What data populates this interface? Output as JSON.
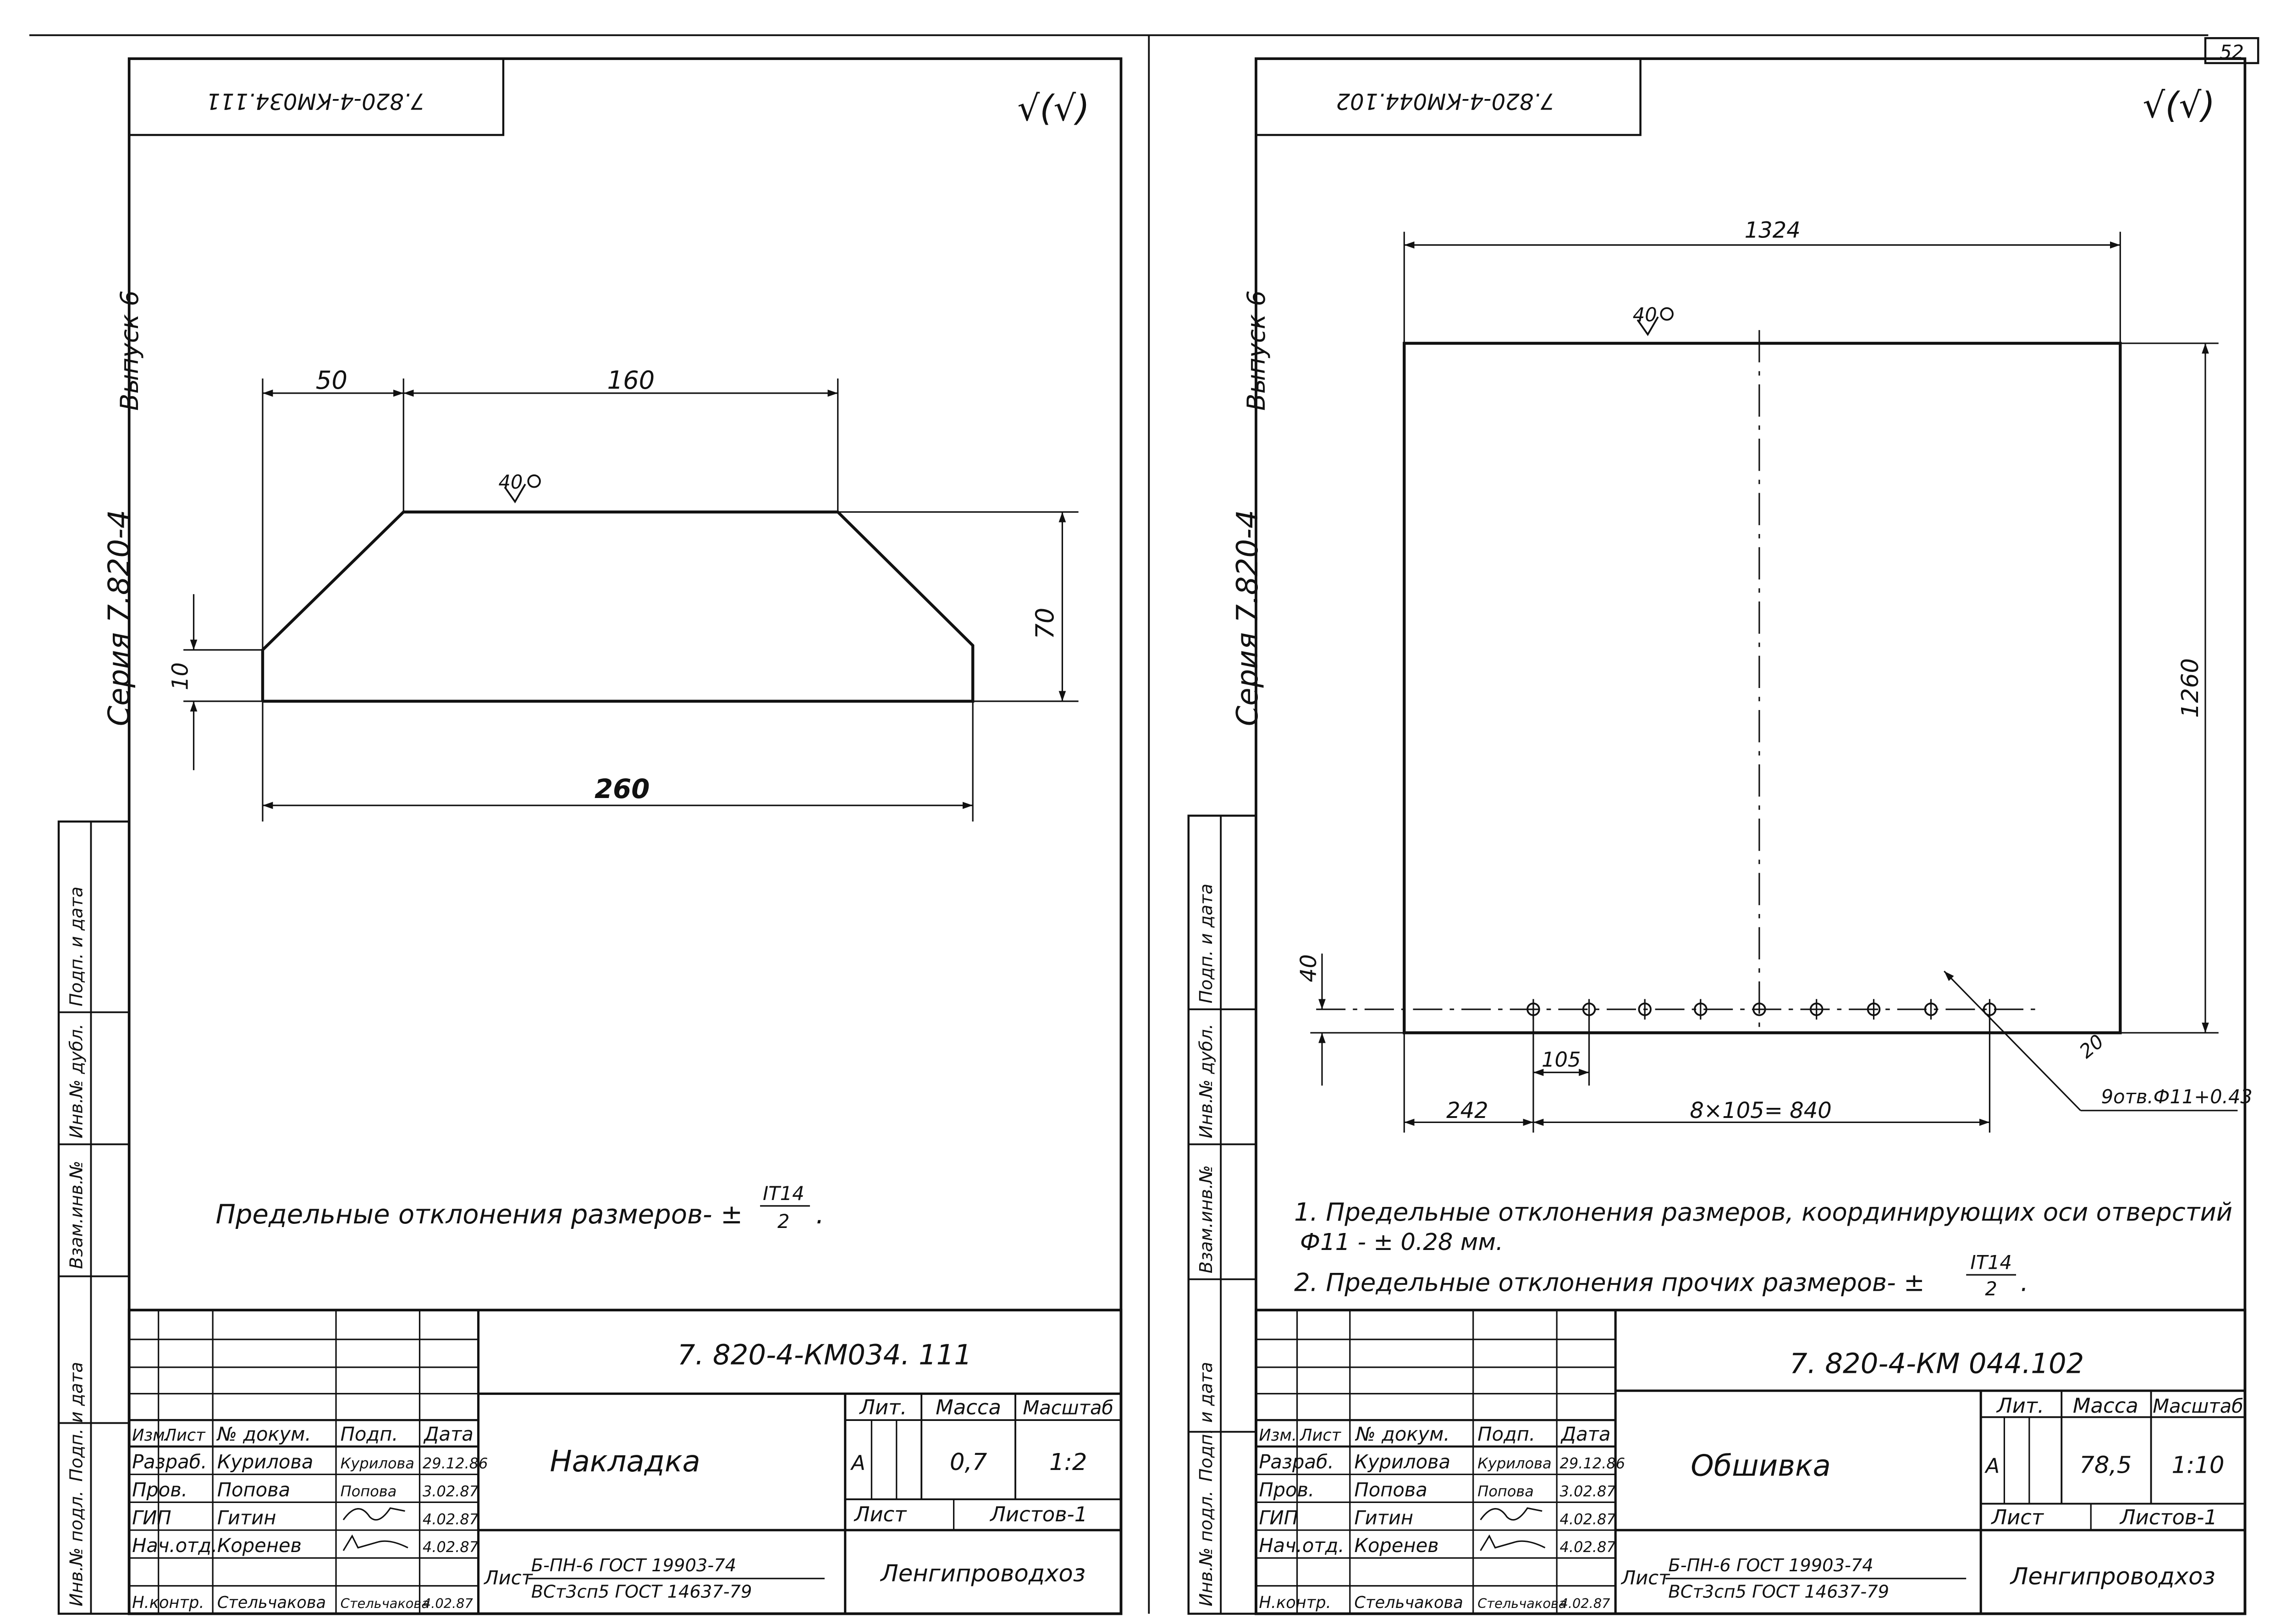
{
  "page_number": "52",
  "sheets": [
    {
      "designation_mirrored": "7.820-4-КМ034.111",
      "series_label": "Серия  7.820-4",
      "issue_label": "Выпуск 6",
      "roughness_mark": "40",
      "surface_finish_symbol": "√(√)",
      "dimensions": {
        "d50": "50",
        "d160": "160",
        "d70": "70",
        "d10": "10",
        "d260": "260"
      },
      "notes": [
        {
          "text": "Предельные отклонения размеров- ±",
          "fraction_num": "IT14",
          "fraction_den": "2",
          "tail": "."
        }
      ],
      "side_stamp": [
        "Инв.№ подл.",
        "Подп. и дата",
        "Взам.инв.№",
        "Инв.№ дубл.",
        "Подп. и дата"
      ],
      "title_block": {
        "doc_number": "7. 820-4-КМ034. 111",
        "part_name": "Накладка",
        "headers": {
          "izm": "Изм.",
          "list": "Лист",
          "doc": "№ докум.",
          "sign": "Подп.",
          "date": "Дата"
        },
        "roles": [
          {
            "role": "Разраб.",
            "name": "Курилова",
            "sign": "Курилова",
            "date": "29.12.86"
          },
          {
            "role": "Пров.",
            "name": "Попова",
            "sign": "Попова",
            "date": "3.02.87"
          },
          {
            "role": "ГИП",
            "name": "Гитин",
            "sign": "",
            "date": "4.02.87"
          },
          {
            "role": "Нач.отд.",
            "name": "Коренев",
            "sign": "",
            "date": "4.02.87"
          },
          {
            "role": "Н.контр.",
            "name": "Стельчакова",
            "sign": "Стельчакова",
            "date": "4.02.87"
          }
        ],
        "lit_label": "Лит.",
        "mass_label": "Масса",
        "scale_label": "Масштаб",
        "lit_value": "А",
        "mass_value": "0,7",
        "scale_value": "1:2",
        "sheet_label": "Лист",
        "sheets_label": "Листов-1",
        "material_prefix": "Лист",
        "material_top": "Б-ПН-6 ГОСТ 19903-74",
        "material_bottom": "ВСт3сп5 ГОСТ 14637-79",
        "organization": "Ленгипроводхоз"
      }
    },
    {
      "designation_mirrored": "7.820-4-КМ044.102",
      "series_label": "Серия  7.820-4",
      "issue_label": "Выпуск 6",
      "roughness_mark": "40",
      "surface_finish_symbol": "√(√)",
      "dimensions": {
        "d1324": "1324",
        "d1260": "1260",
        "d40": "40",
        "d105": "105",
        "d242": "242",
        "d840": "8×105= 840",
        "d20": "20",
        "holes": "9отв.Ф11+0.43"
      },
      "notes": [
        {
          "text": "1. Предельные отклонения размеров, координирующих оси отверстий",
          "line2": "Ф11  -   ± 0.28 мм."
        },
        {
          "text": "2. Предельные отклонения прочих размеров-  ±",
          "fraction_num": "IT14",
          "fraction_den": "2",
          "tail": "."
        }
      ],
      "side_stamp": [
        "Инв.№ подл.",
        "Подп. и дата",
        "Взам.инв.№",
        "Инв.№ дубл.",
        "Подп. и дата"
      ],
      "title_block": {
        "doc_number": "7. 820-4-КМ 044.102",
        "part_name": "Обшивка",
        "headers": {
          "izm": "Изм.",
          "list": "Лист",
          "doc": "№ докум.",
          "sign": "Подп.",
          "date": "Дата"
        },
        "roles": [
          {
            "role": "Разраб.",
            "name": "Курилова",
            "sign": "Курилова",
            "date": "29.12.86"
          },
          {
            "role": "Пров.",
            "name": "Попова",
            "sign": "Попова",
            "date": "3.02.87"
          },
          {
            "role": "ГИП",
            "name": "Гитин",
            "sign": "",
            "date": "4.02.87"
          },
          {
            "role": "Нач.отд.",
            "name": "Коренев",
            "sign": "",
            "date": "4.02.87"
          },
          {
            "role": "Н.контр.",
            "name": "Стельчакова",
            "sign": "Стельчакова",
            "date": "4.02.87"
          }
        ],
        "lit_label": "Лит.",
        "mass_label": "Масса",
        "scale_label": "Масштаб",
        "lit_value": "А",
        "mass_value": "78,5",
        "scale_value": "1:10",
        "sheet_label": "Лист",
        "sheets_label": "Листов-1",
        "material_prefix": "Лист",
        "material_top": "Б-ПН-6 ГОСТ 19903-74",
        "material_bottom": "ВСт3сп5 ГОСТ 14637-79",
        "organization": "Ленгипроводхоз"
      }
    }
  ]
}
